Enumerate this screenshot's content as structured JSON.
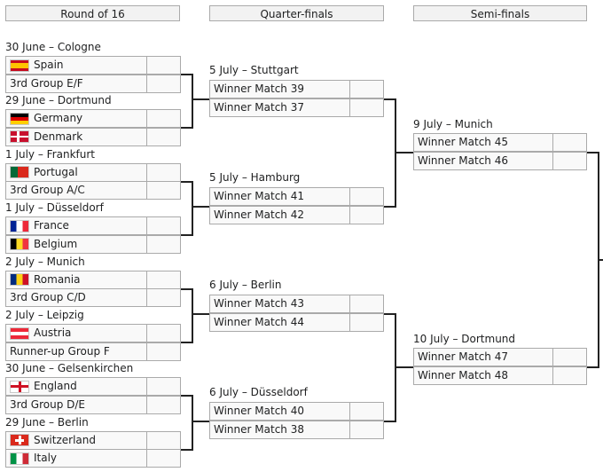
{
  "headers": {
    "r16": "Round of 16",
    "qf": "Quarter-finals",
    "sf": "Semi-finals"
  },
  "r16": [
    {
      "date": "30 June – Cologne",
      "teams": [
        {
          "name": "Spain",
          "flag": "spain-flag"
        },
        {
          "name": "3rd Group E/F",
          "flag": null
        }
      ]
    },
    {
      "date": "29 June – Dortmund",
      "teams": [
        {
          "name": "Germany",
          "flag": "germany-flag"
        },
        {
          "name": "Denmark",
          "flag": "denmark-flag"
        }
      ]
    },
    {
      "date": "1 July – Frankfurt",
      "teams": [
        {
          "name": "Portugal",
          "flag": "portugal-flag"
        },
        {
          "name": "3rd Group A/C",
          "flag": null
        }
      ]
    },
    {
      "date": "1 July – Düsseldorf",
      "teams": [
        {
          "name": "France",
          "flag": "france-flag"
        },
        {
          "name": "Belgium",
          "flag": "belgium-flag"
        }
      ]
    },
    {
      "date": "2 July – Munich",
      "teams": [
        {
          "name": "Romania",
          "flag": "romania-flag"
        },
        {
          "name": "3rd Group C/D",
          "flag": null
        }
      ]
    },
    {
      "date": "2 July – Leipzig",
      "teams": [
        {
          "name": "Austria",
          "flag": "austria-flag"
        },
        {
          "name": "Runner-up Group F",
          "flag": null
        }
      ]
    },
    {
      "date": "30 June – Gelsenkirchen",
      "teams": [
        {
          "name": "England",
          "flag": "england-flag"
        },
        {
          "name": "3rd Group D/E",
          "flag": null
        }
      ]
    },
    {
      "date": "29 June – Berlin",
      "teams": [
        {
          "name": "Switzerland",
          "flag": "switzerland-flag"
        },
        {
          "name": "Italy",
          "flag": "italy-flag"
        }
      ]
    }
  ],
  "qf": [
    {
      "date": "5 July – Stuttgart",
      "teams": [
        "Winner Match 39",
        "Winner Match 37"
      ]
    },
    {
      "date": "5 July – Hamburg",
      "teams": [
        "Winner Match 41",
        "Winner Match 42"
      ]
    },
    {
      "date": "6 July – Berlin",
      "teams": [
        "Winner Match 43",
        "Winner Match 44"
      ]
    },
    {
      "date": "6 July – Düsseldorf",
      "teams": [
        "Winner Match 40",
        "Winner Match 38"
      ]
    }
  ],
  "sf": [
    {
      "date": "9 July – Munich",
      "teams": [
        "Winner Match 45",
        "Winner Match 46"
      ]
    },
    {
      "date": "10 July – Dortmund",
      "teams": [
        "Winner Match 47",
        "Winner Match 48"
      ]
    }
  ],
  "colors": {
    "border": "#aaaaaa",
    "header_bg": "#f2f2f2",
    "cell_bg": "#f9f9f9",
    "line": "#222222"
  }
}
